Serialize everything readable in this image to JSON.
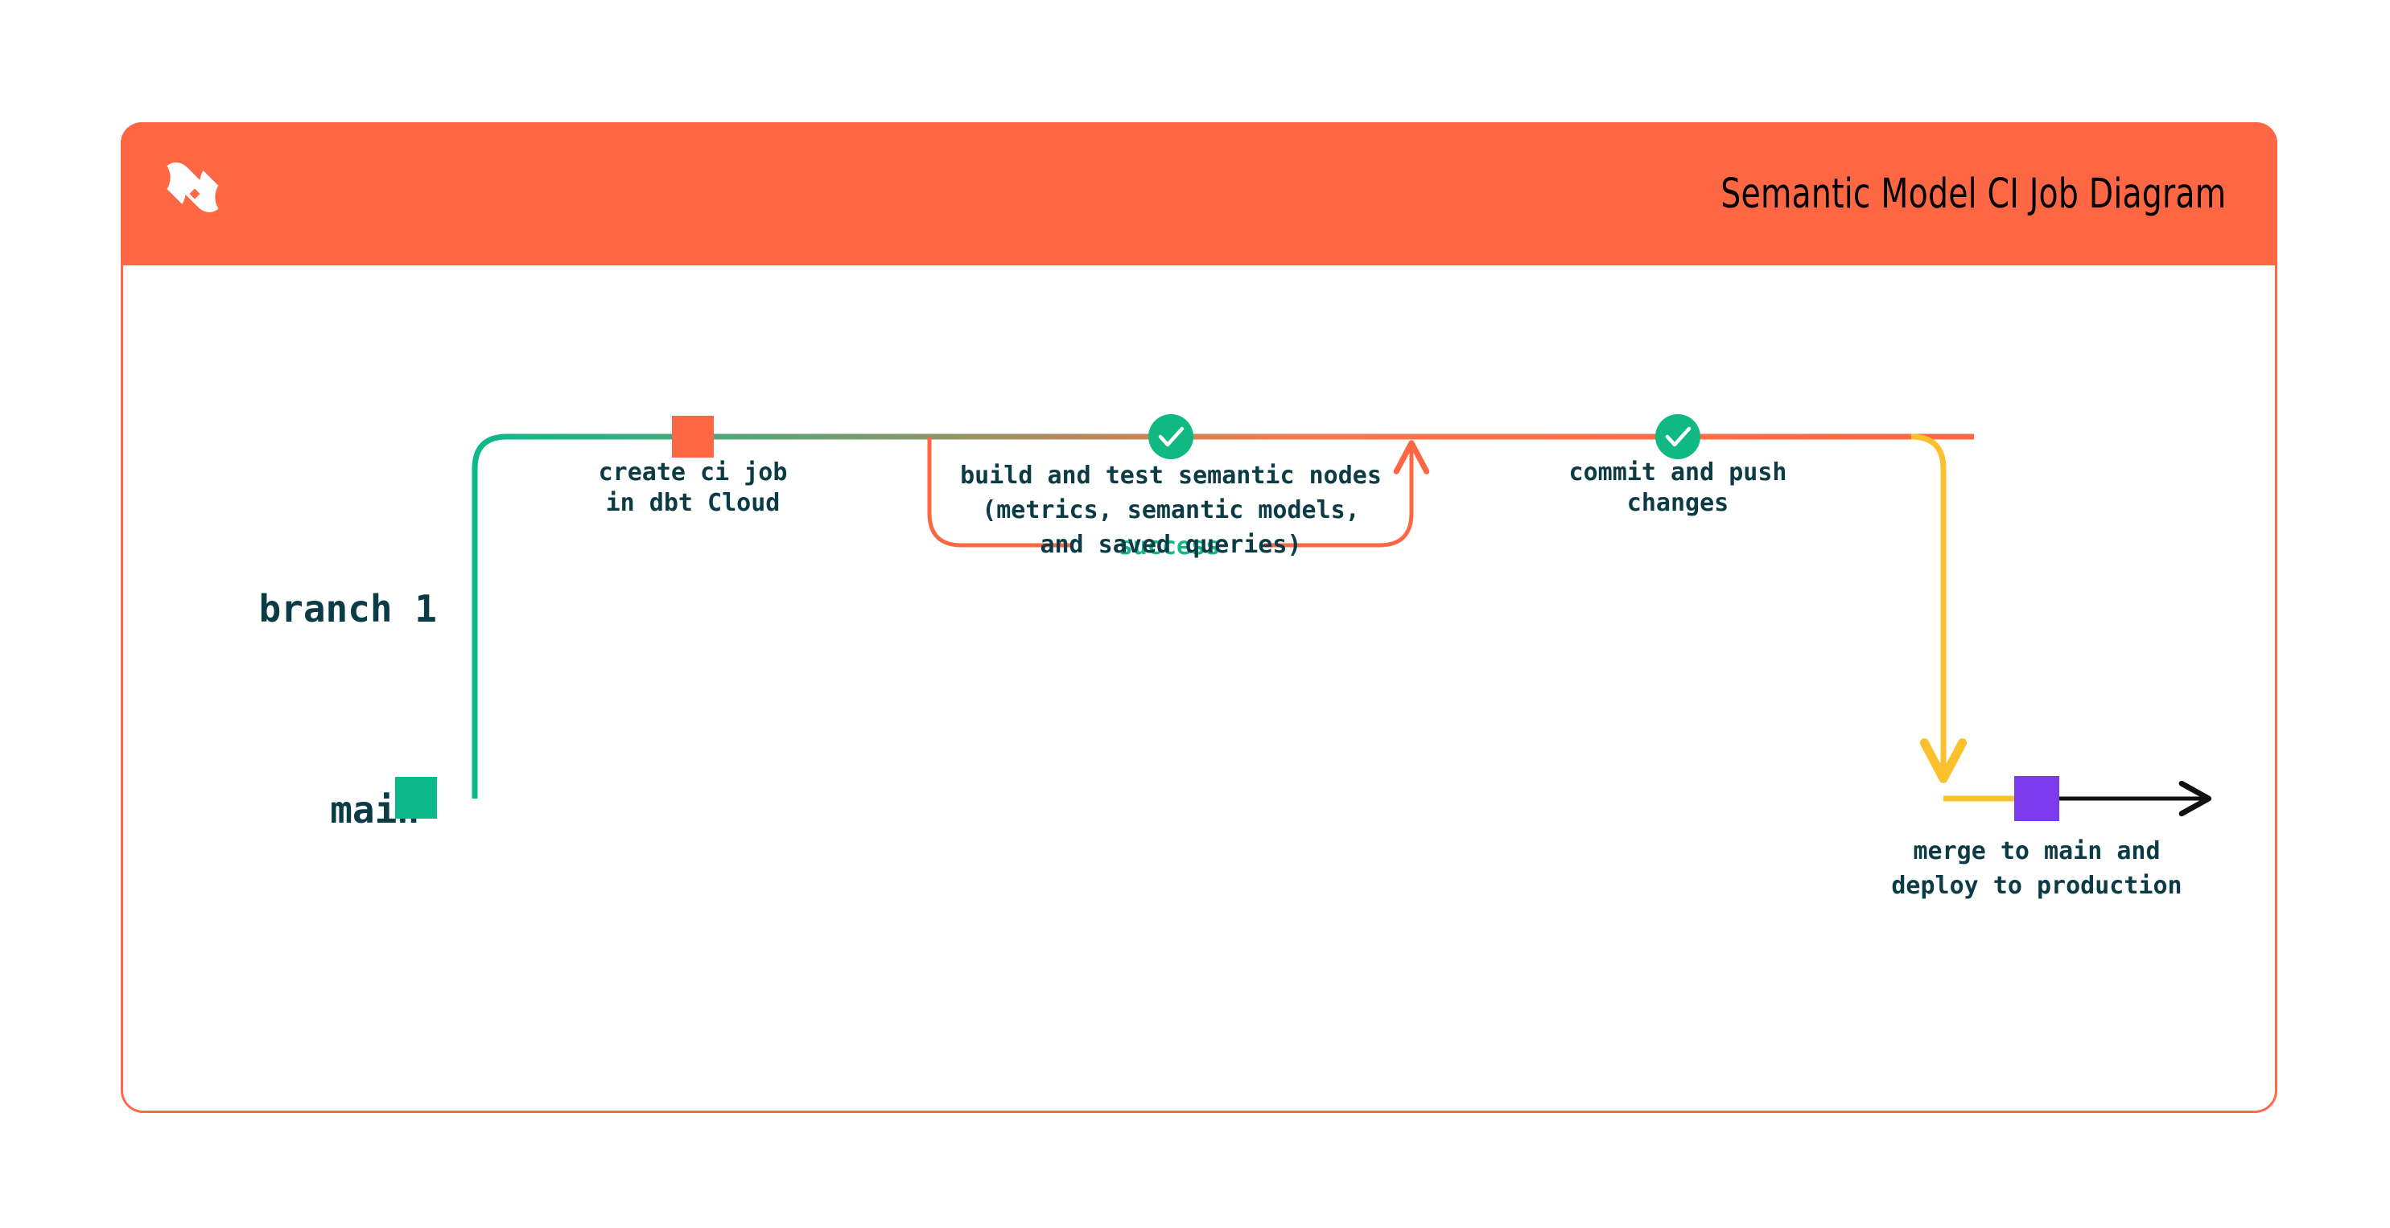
{
  "card": {
    "title": "Semantic Model CI Job Diagram",
    "logo_icon": "dbt-logo-icon",
    "border_color": "#ff6849",
    "header_color": "#fd6744"
  },
  "diagram": {
    "type": "git-branch-flow",
    "lanes": [
      {
        "id": "branch1",
        "label": "branch 1"
      },
      {
        "id": "main",
        "label": "main"
      }
    ],
    "nodes": [
      {
        "id": "create-ci-job",
        "shape": "square",
        "color": "#fd6744",
        "lane": "branch1",
        "label": "create ci job\nin dbt Cloud",
        "label_line_1": "create ci job",
        "label_line_2": "in dbt Cloud"
      },
      {
        "id": "build-and-test",
        "shape": "circle-check",
        "color": "#10b981",
        "icon": "check-icon",
        "lane": "branch1",
        "label_line_1": "build and test semantic nodes",
        "label_line_2": "(metrics, semantic models,",
        "label_line_3": "and saved queries)"
      },
      {
        "id": "commit-and-push",
        "shape": "circle-check",
        "color": "#10b981",
        "icon": "check-icon",
        "lane": "branch1",
        "label_line_1": "commit and push",
        "label_line_2": "changes"
      },
      {
        "id": "merge-to-main",
        "shape": "square",
        "color": "#7c3aed",
        "lane": "main",
        "label_line_1": "merge to main and",
        "label_line_2": "deploy to production"
      }
    ],
    "edges": [
      {
        "id": "success-loop",
        "label": "success",
        "color": "#fd6744",
        "label_color": "#12b886"
      }
    ],
    "colors": {
      "main_branch": "#0bb98a",
      "branch_line": "#fd6744",
      "merge_line": "#fbc02d",
      "head_arrow": "#111111",
      "label_text": "#0b3b44",
      "node_purple": "#7c3aed",
      "node_green": "#10b981",
      "node_orange": "#fd6744"
    }
  }
}
